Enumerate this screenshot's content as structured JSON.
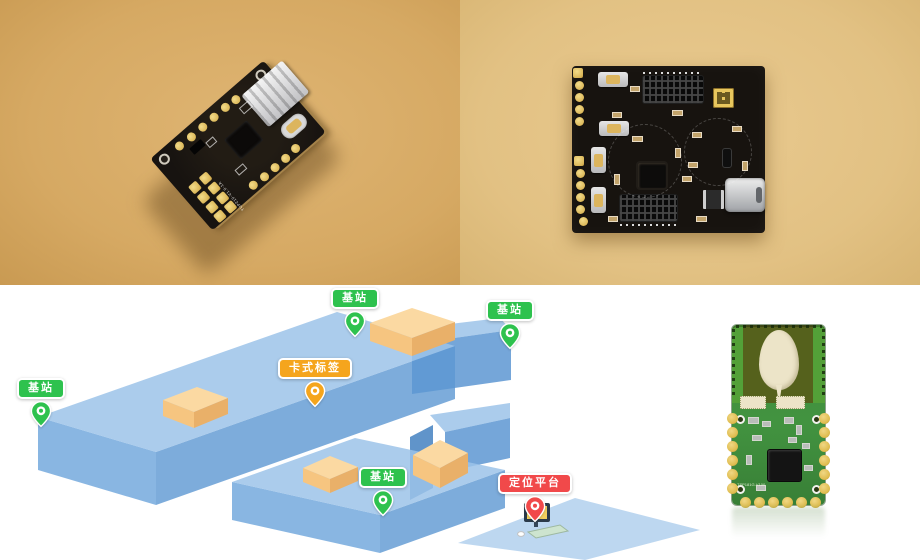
{
  "photos": {
    "top_left": {
      "silkscreen_label": "TUP210-V1.0-1A"
    },
    "bottom_right": {
      "silkscreen_label": "TSP181G-V100"
    }
  },
  "diagram": {
    "markers": [
      {
        "id": "base-station-top",
        "label": "基站",
        "color": "#2EC24E"
      },
      {
        "id": "base-station-right",
        "label": "基站",
        "color": "#2EC24E"
      },
      {
        "id": "base-station-left",
        "label": "基站",
        "color": "#2EC24E"
      },
      {
        "id": "card-tag",
        "label": "卡式标签",
        "color": "#F5A51D"
      },
      {
        "id": "base-station-bottom",
        "label": "基站",
        "color": "#2EC24E"
      },
      {
        "id": "positioning-platform",
        "label": "定位平台",
        "color": "#F1494A"
      }
    ],
    "colors": {
      "platform_top": "#9CC3E9",
      "platform_front": "#5D97D2",
      "platform_wall": "#4F88C4",
      "floor": "#B9D5EF",
      "box_top": "#FBD9A2",
      "box_left": "#F6C580",
      "box_right": "#E9B069"
    }
  },
  "colors": {
    "photo_bg_left": "#D8AD69",
    "photo_bg_right": "#E2C183",
    "pcb_black": "#17130F",
    "module_green": "#429340",
    "antenna_cream": "#ECE4C8",
    "pad_gold": "#DFBC4F"
  }
}
